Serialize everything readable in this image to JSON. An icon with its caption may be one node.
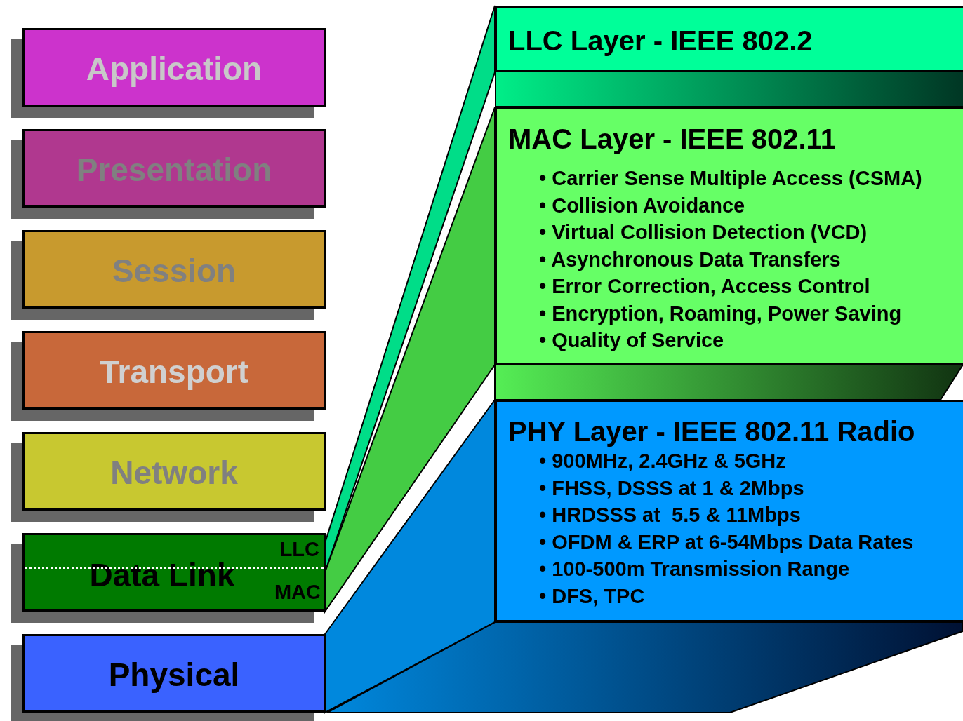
{
  "diagram": {
    "nodes": [
      {
        "text": [
          "Application"
        ]
      },
      {
        "text": [
          "Presentation"
        ]
      },
      {
        "text": [
          "Session"
        ]
      },
      {
        "text": [
          "Transport"
        ]
      },
      {
        "text": [
          "Network"
        ]
      },
      {
        "text": [
          "Data Link",
          "LLC",
          "MAC"
        ]
      },
      {
        "text": [
          "Physical"
        ]
      },
      {
        "text": [
          "LLC Layer - IEEE 802.2"
        ]
      },
      {
        "text": [
          "MAC Layer - IEEE 802.11",
          "• Carrier Sense Multiple Access (CSMA)",
          "• Collision Avoidance",
          "• Virtual Collision Detection (VCD)",
          "• Asynchronous Data Transfers",
          "• Error Correction, Access Control",
          "• Encryption, Roaming, Power Saving",
          "• Quality of Service"
        ]
      },
      {
        "text": [
          "PHY Layer - IEEE 802.11 Radio",
          "• 900MHz, 2.4GHz & 5GHz",
          "• FHSS, DSSS at 1 & 2Mbps",
          "• HRDSSS at  5.5 & 11Mbps",
          "• OFDM & ERP at 6-54Mbps Data Rates",
          "• 100-500m Transmission Range",
          "• DFS, TPC"
        ]
      }
    ],
    "edges": [
      {
        "from": 5,
        "to": 7,
        "arrow": "none"
      },
      {
        "from": 5,
        "to": 8,
        "arrow": "none"
      },
      {
        "from": 6,
        "to": 9,
        "arrow": "none"
      }
    ]
  }
}
